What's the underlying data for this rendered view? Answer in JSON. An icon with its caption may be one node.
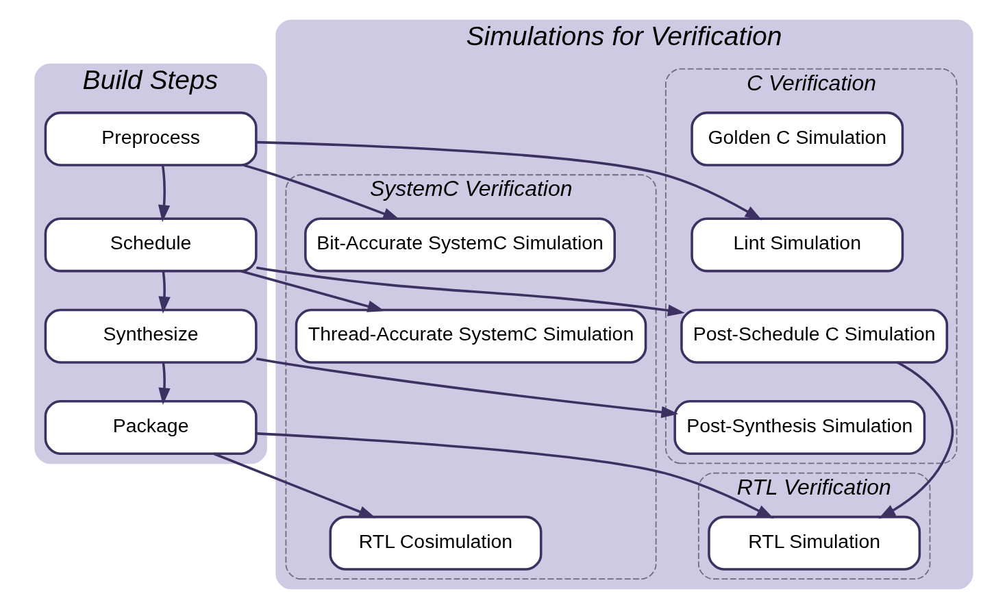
{
  "diagram": {
    "nodes": [
      {
        "text": [
          "Build Steps"
        ]
      },
      {
        "text": [
          "Preprocess"
        ],
        "in": 0
      },
      {
        "text": [
          "Schedule"
        ],
        "in": 0
      },
      {
        "text": [
          "Synthesize"
        ],
        "in": 0
      },
      {
        "text": [
          "Package"
        ],
        "in": 0
      },
      {
        "text": [
          "Simulations for Verification"
        ]
      },
      {
        "text": [
          "C Verification"
        ],
        "in": 5
      },
      {
        "text": [
          "Golden C Simulation"
        ],
        "in": 6
      },
      {
        "text": [
          "Lint Simulation"
        ],
        "in": 6
      },
      {
        "text": [
          "Post-Schedule C Simulation"
        ],
        "in": 6
      },
      {
        "text": [
          "Post-Synthesis Simulation"
        ],
        "in": 6
      },
      {
        "text": [
          "RTL Verification"
        ],
        "in": 5
      },
      {
        "text": [
          "RTL Simulation"
        ],
        "in": 11
      },
      {
        "text": [
          "SystemC Verification"
        ],
        "in": 5
      },
      {
        "text": [
          "Bit-Accurate SystemC Simulation"
        ],
        "in": 13
      },
      {
        "text": [
          "Thread-Accurate SystemC Simulation"
        ],
        "in": 13
      },
      {
        "text": [
          "RTL Cosimulation"
        ],
        "in": 13
      }
    ],
    "edges": [
      {
        "from": 1,
        "to": 2,
        "arrow": "to"
      },
      {
        "from": 2,
        "to": 3,
        "arrow": "to"
      },
      {
        "from": 3,
        "to": 4,
        "arrow": "to"
      },
      {
        "from": 1,
        "to": 8,
        "arrow": "to"
      },
      {
        "from": 1,
        "to": 14,
        "arrow": "to"
      },
      {
        "from": 2,
        "to": 9,
        "arrow": "to"
      },
      {
        "from": 2,
        "to": 15,
        "arrow": "to"
      },
      {
        "from": 3,
        "to": 10,
        "arrow": "to"
      },
      {
        "from": 9,
        "to": 12,
        "arrow": "to"
      },
      {
        "from": 4,
        "to": 12,
        "arrow": "to"
      },
      {
        "from": 4,
        "to": 16,
        "arrow": "to"
      }
    ]
  }
}
